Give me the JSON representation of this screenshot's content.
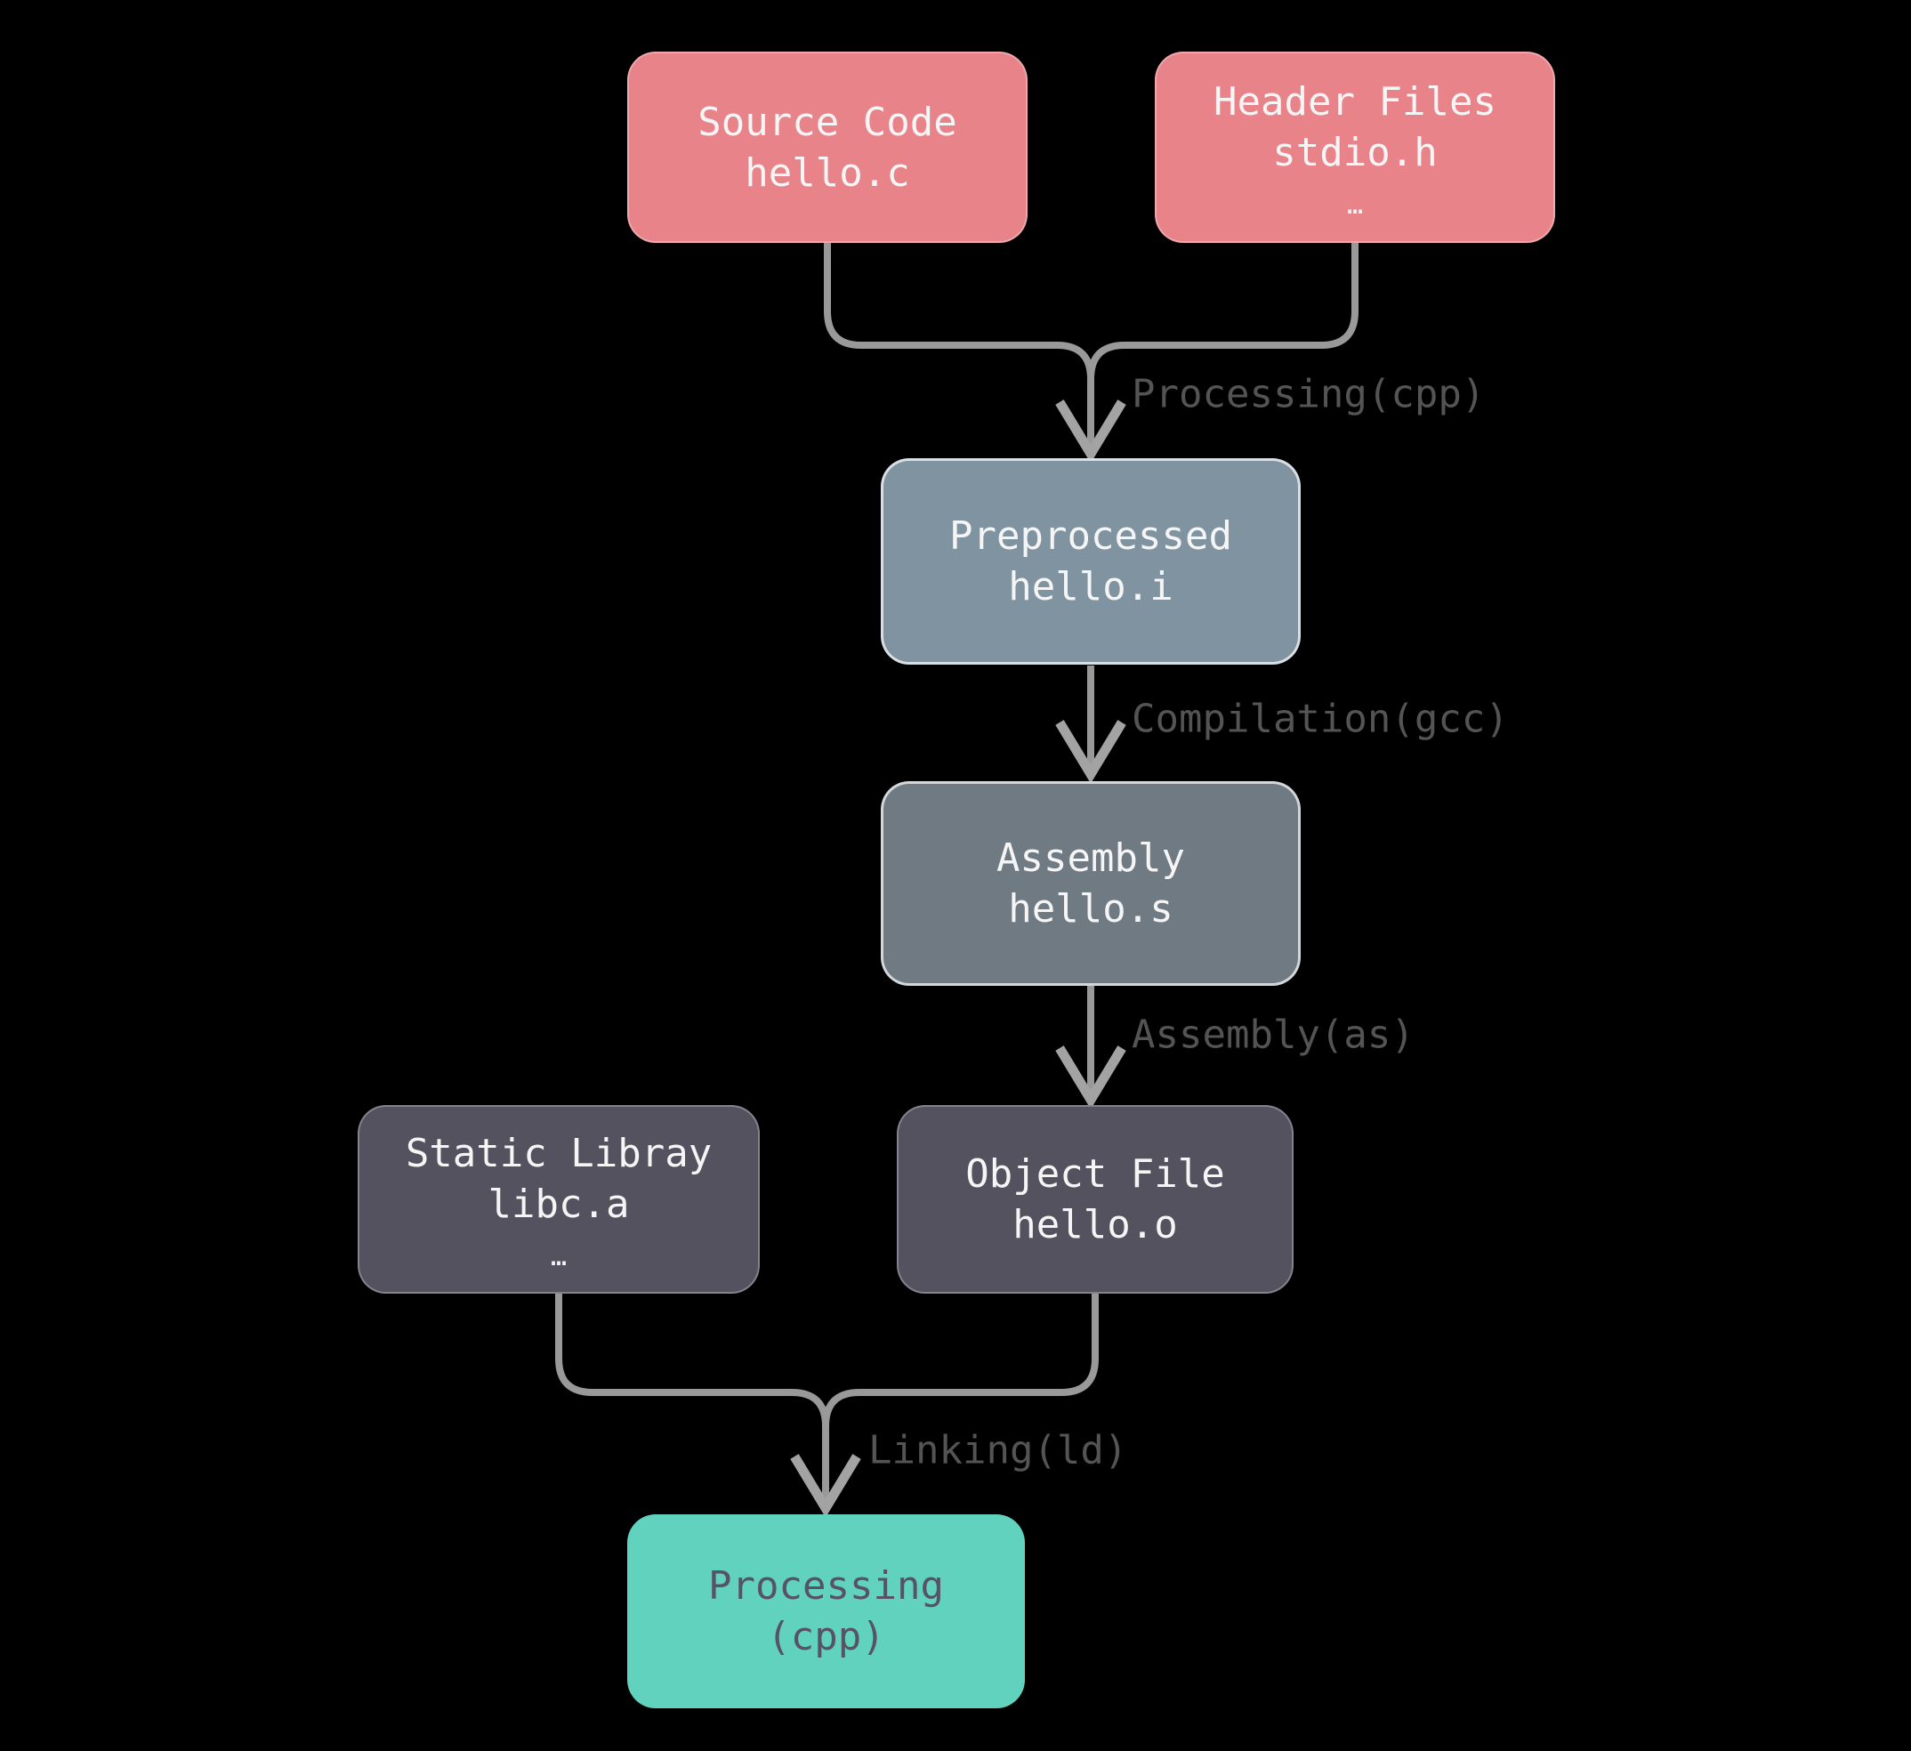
{
  "diagram": {
    "title_implicit": "C compilation pipeline flowchart",
    "background": "#000000",
    "nodes": {
      "source": {
        "line1": "Source Code",
        "line2": "hello.c"
      },
      "header": {
        "line1": "Header Files",
        "line2": "stdio.h",
        "line3": "…"
      },
      "preprocessed": {
        "line1": "Preprocessed",
        "line2": "hello.i"
      },
      "assembly": {
        "line1": "Assembly",
        "line2": "hello.s"
      },
      "static_lib": {
        "line1": "Static Libray",
        "line2": "libc.a",
        "line3": "…"
      },
      "object": {
        "line1": "Object File",
        "line2": "hello.o"
      },
      "output": {
        "line1": "Processing",
        "line2": "(cpp)"
      }
    },
    "edge_labels": {
      "preprocess": "Processing(cpp)",
      "compile": "Compilation(gcc)",
      "assemble": "Assembly(as)",
      "link": "Linking(ld)"
    },
    "colors": {
      "source_header_fill": "#e8838a",
      "preprocessed_fill": "#7f94a0",
      "assembly_fill": "#6f7a83",
      "object_static_fill": "#55525f",
      "output_fill": "#60d2be",
      "node_text": "#f5f5f5",
      "output_text": "#575264",
      "edge_line": "#999999",
      "edge_label_text": "#545454"
    }
  }
}
